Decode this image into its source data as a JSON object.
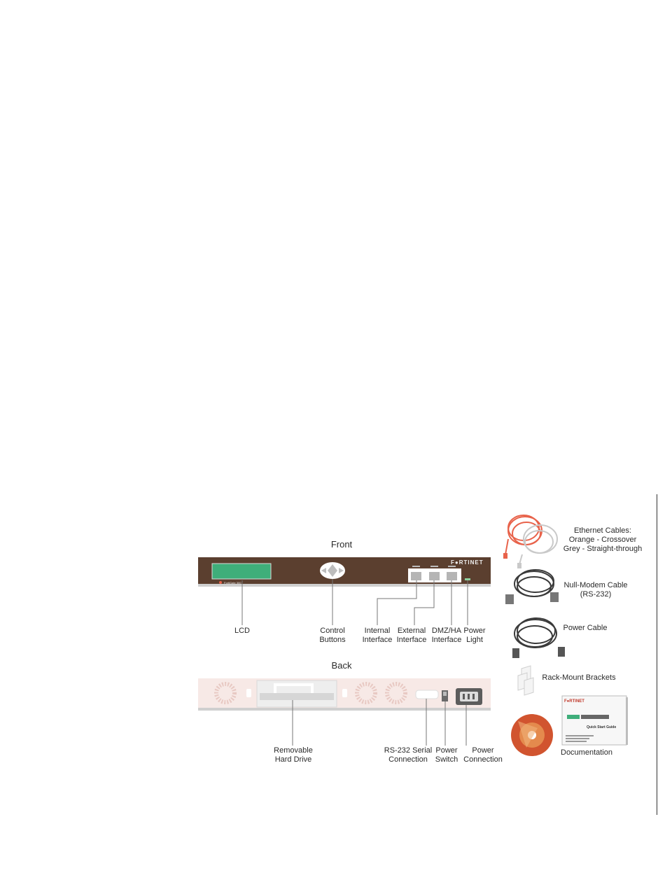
{
  "front": {
    "heading": "Front",
    "brand": "F●RTINET",
    "model": "FortiGate 300",
    "callouts": {
      "lcd": "LCD",
      "control_buttons": [
        "Control",
        "Buttons"
      ],
      "internal": [
        "Internal",
        "Interface"
      ],
      "external": [
        "External",
        "Interface"
      ],
      "dmz": [
        "DMZ/HA",
        "Interface"
      ],
      "power_light": [
        "Power",
        "Light"
      ]
    }
  },
  "back": {
    "heading": "Back",
    "callouts": {
      "hard_drive": [
        "Removable",
        "Hard Drive"
      ],
      "serial": [
        "RS-232 Serial",
        "Connection"
      ],
      "power_switch": [
        "Power",
        "Switch"
      ],
      "power_connection": [
        "Power",
        "Connection"
      ]
    }
  },
  "accessories": {
    "ethernet": [
      "Ethernet Cables:",
      "Orange - Crossover",
      "Grey - Straight-through"
    ],
    "null_modem": [
      "Null-Modem Cable",
      "(RS-232)"
    ],
    "power_cable": "Power Cable",
    "brackets": "Rack-Mount Brackets",
    "documentation": "Documentation",
    "guide_title": "Quick Start Guide",
    "guide_brand": "F●RTINET"
  },
  "colors": {
    "front_panel": "#5b3f2f",
    "lcd": "#3fae7a",
    "back_panel": "#f7e9e6",
    "orange_cable": "#e8624a",
    "grey_cable": "#c9c9c9",
    "dark_cable": "#3a3a3a",
    "leader": "#777777"
  }
}
